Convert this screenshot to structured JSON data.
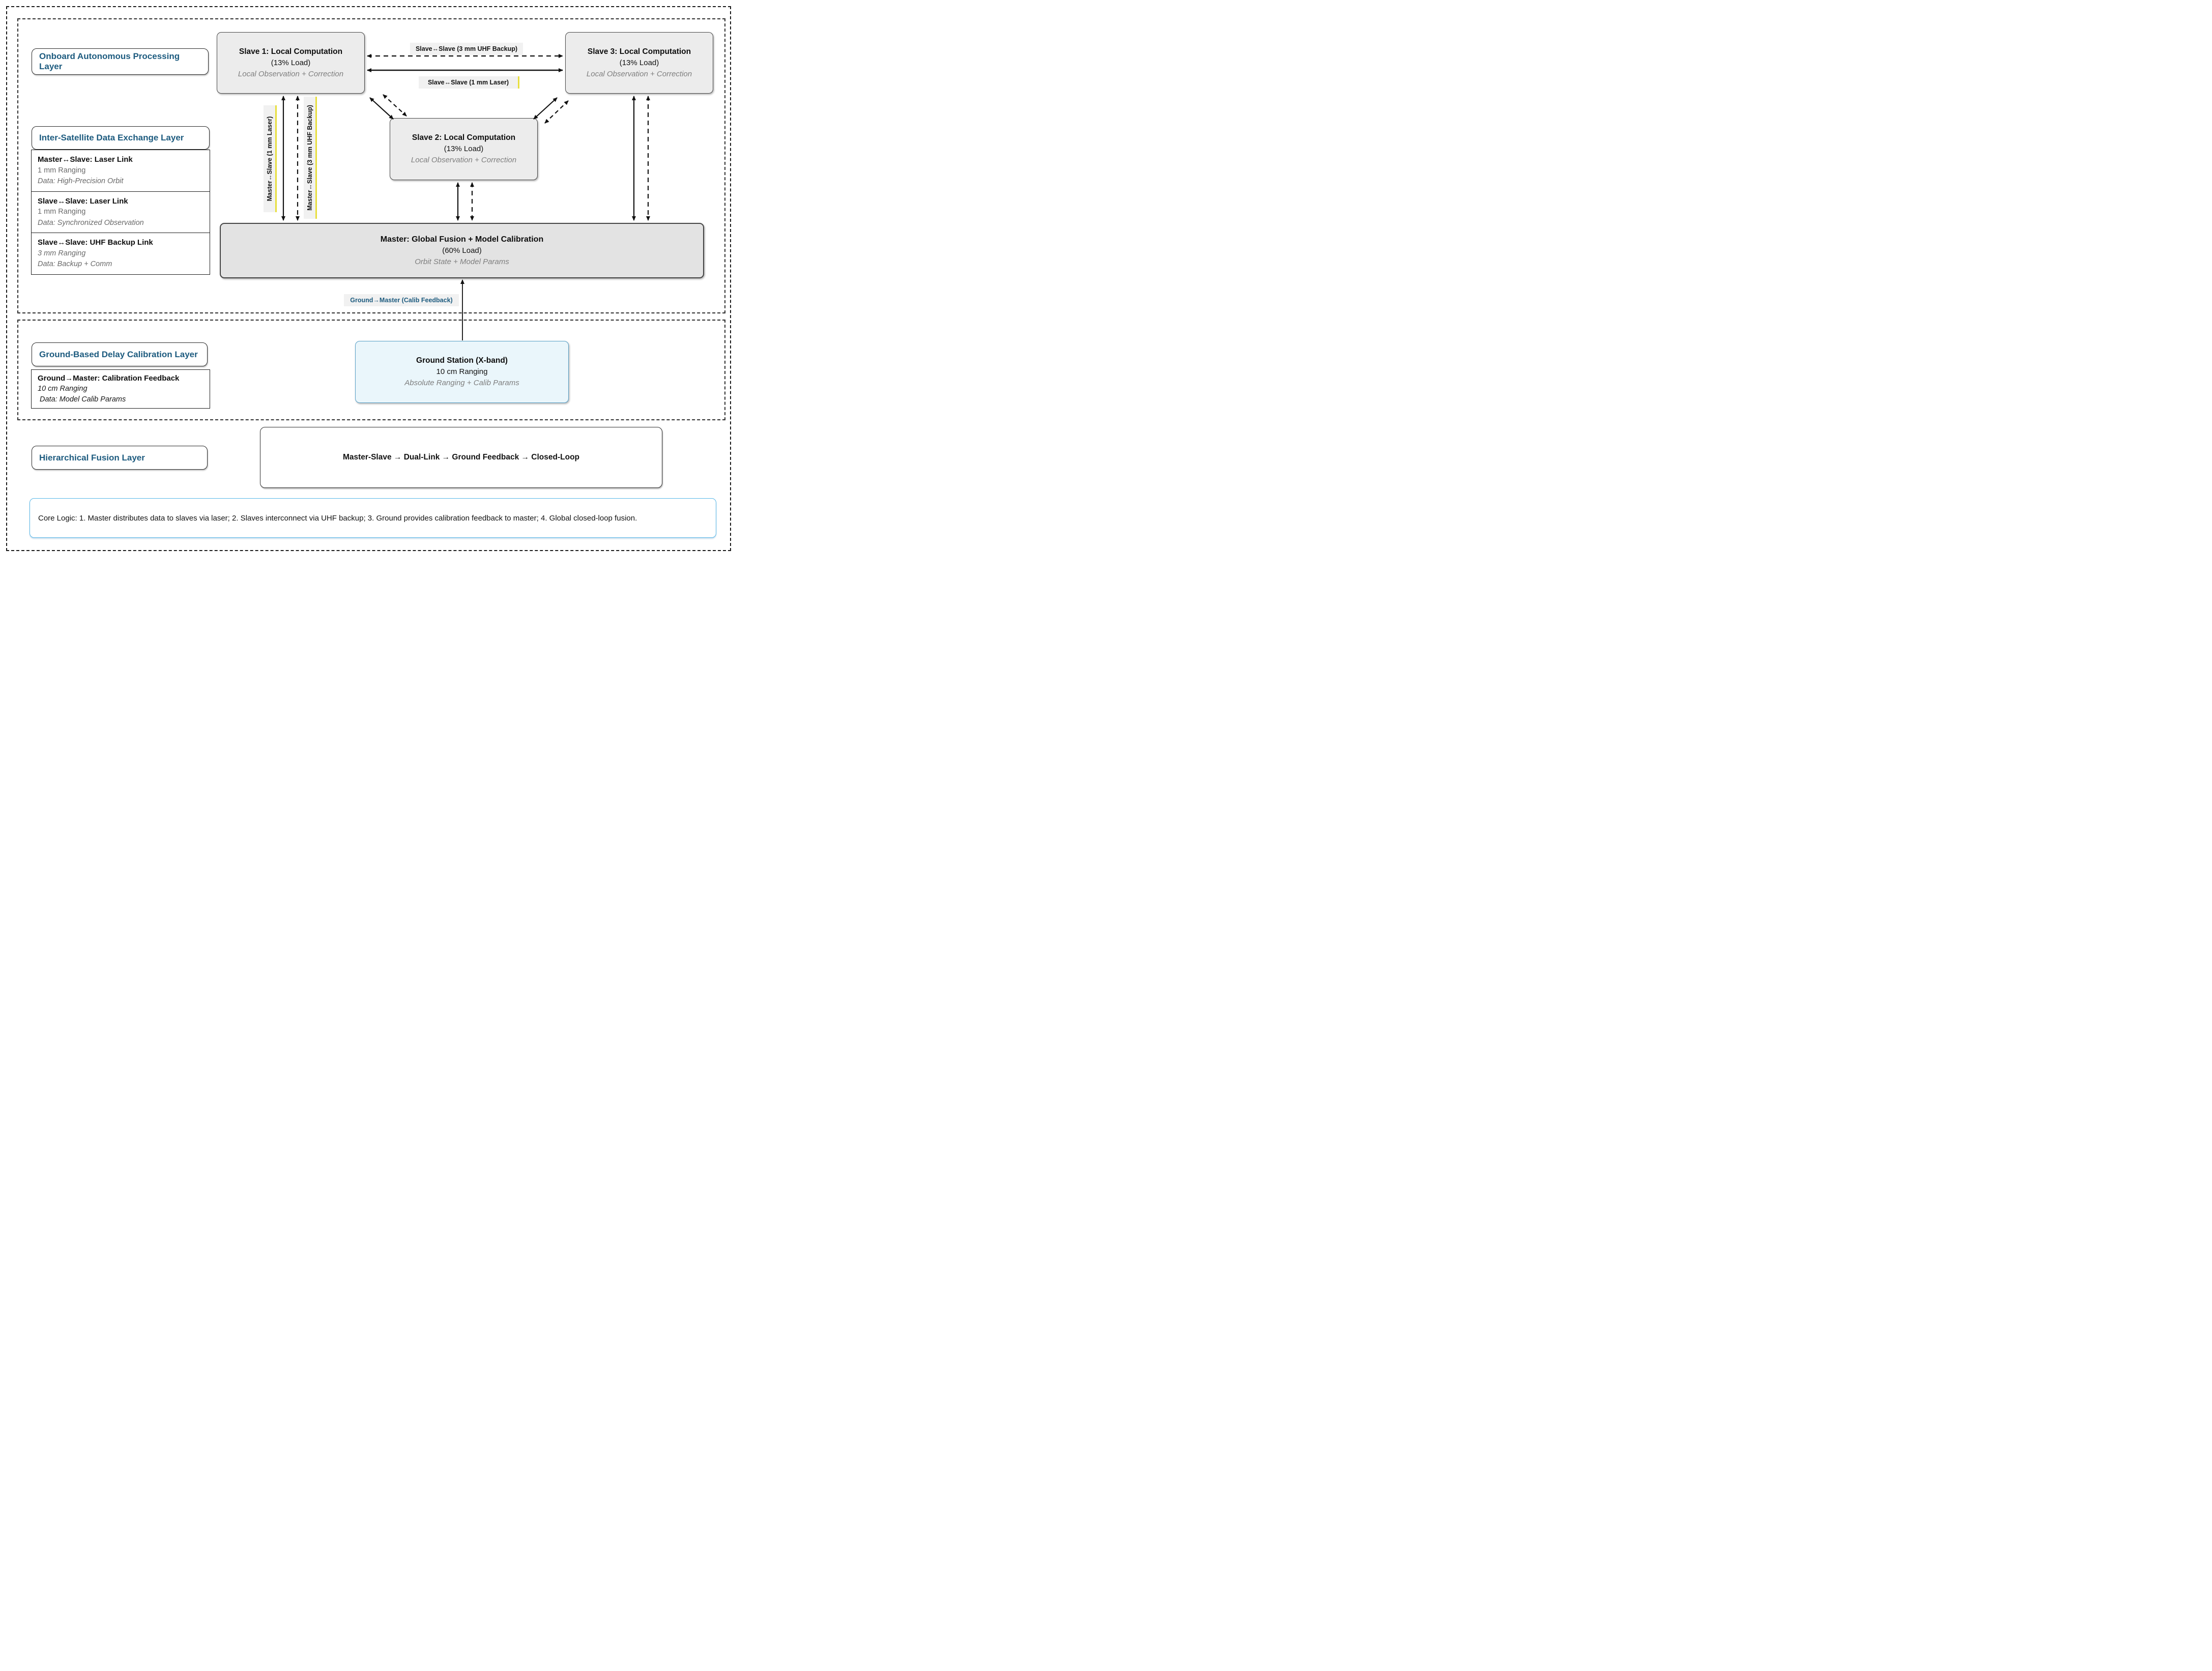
{
  "layers": {
    "onboard": {
      "title": "Onboard Autonomous Processing Layer"
    },
    "exchange": {
      "title": "Inter-Satellite Data Exchange Layer",
      "rows": [
        {
          "title": "Master↔Slave: Laser Link",
          "ranging": "1 mm Ranging",
          "data": "Data: High-Precision Orbit"
        },
        {
          "title": "Slave↔Slave: Laser Link",
          "ranging": "1 mm Ranging",
          "data": "Data: Synchronized Observation"
        },
        {
          "title": "Slave↔Slave: UHF Backup Link",
          "ranging": "3 mm Ranging",
          "data": "Data: Backup + Comm"
        }
      ]
    },
    "ground": {
      "title": "Ground-Based Delay Calibration Layer",
      "row": {
        "title": "Ground→Master: Calibration Feedback",
        "ranging": "10 cm Ranging",
        "data": "Data: Model Calib Params"
      }
    },
    "fusion": {
      "title": "Hierarchical Fusion Layer",
      "flow": "Master-Slave → Dual-Link → Ground Feedback → Closed-Loop"
    }
  },
  "nodes": {
    "slave1": {
      "title": "Slave 1: Local Computation",
      "load": "(13% Load)",
      "desc": "Local Observation + Correction"
    },
    "slave2": {
      "title": "Slave 2: Local Computation",
      "load": "(13% Load)",
      "desc": "Local Observation + Correction"
    },
    "slave3": {
      "title": "Slave 3: Local Computation",
      "load": "(13% Load)",
      "desc": "Local Observation + Correction"
    },
    "master": {
      "title": "Master: Global Fusion + Model Calibration",
      "load": "(60% Load)",
      "desc": "Orbit State + Model Params"
    },
    "ground_station": {
      "title": "Ground Station (X-band)",
      "ranging": "10 cm Ranging",
      "desc": "Absolute Ranging + Calib Params"
    }
  },
  "links": {
    "s2s_uhf": "Slave↔Slave (3 mm UHF Backup)",
    "s2s_laser": "Slave↔Slave (1 mm Laser)",
    "m2s_laser": "Master↔Slave (1 mm Laser)",
    "m2s_uhf": "Master↔Slave (3 mm UHF Backup)",
    "g2m": "Ground→Master (Calib Feedback)"
  },
  "core_logic": "Core Logic: 1. Master distributes data to slaves via laser; 2. Slaves interconnect via UHF backup; 3. Ground provides calibration feedback to master; 4. Global closed-loop fusion.",
  "colors": {
    "heading": "#1d5b7f",
    "node_fill": "#ececec",
    "master_fill": "#e3e3e3",
    "ground_fill": "#eaf6fb",
    "ground_border": "#58a0c8",
    "label_bg": "#f1f1f1",
    "accent_yellow": "#e8df3e",
    "core_border": "#5bb8e8",
    "arrow": "#111111"
  }
}
